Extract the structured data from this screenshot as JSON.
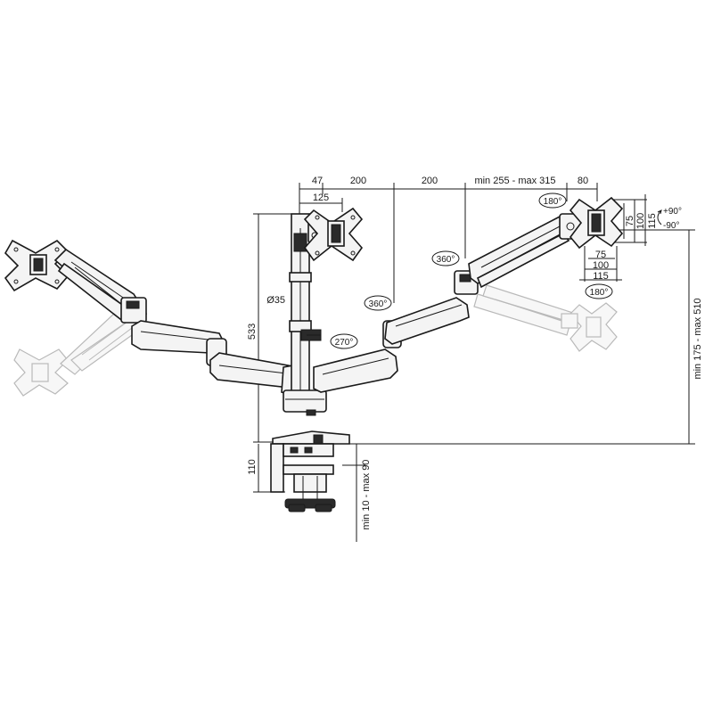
{
  "dimensions": {
    "top_47": "47",
    "top_200_left": "200",
    "top_200_right": "200",
    "top_range": "min 255 - max 315",
    "top_80": "80",
    "top_125": "125",
    "pole_diameter": "Ø35",
    "height_533": "533",
    "clamp_110": "110",
    "desk_range": "min 10 - max 90",
    "vertical_range": "min 175 - max 510",
    "vesa_75_h": "75",
    "vesa_100_h": "100",
    "vesa_115_h": "115",
    "vesa_75_w": "75",
    "vesa_100_w": "100",
    "vesa_115_w": "115"
  },
  "angles": {
    "tilt_up": "+90°",
    "tilt_down": "-90°",
    "rot_180_top": "180°",
    "rot_180_bottom": "180°",
    "rot_360_right": "360°",
    "rot_360_left": "360°",
    "rot_270": "270°"
  }
}
